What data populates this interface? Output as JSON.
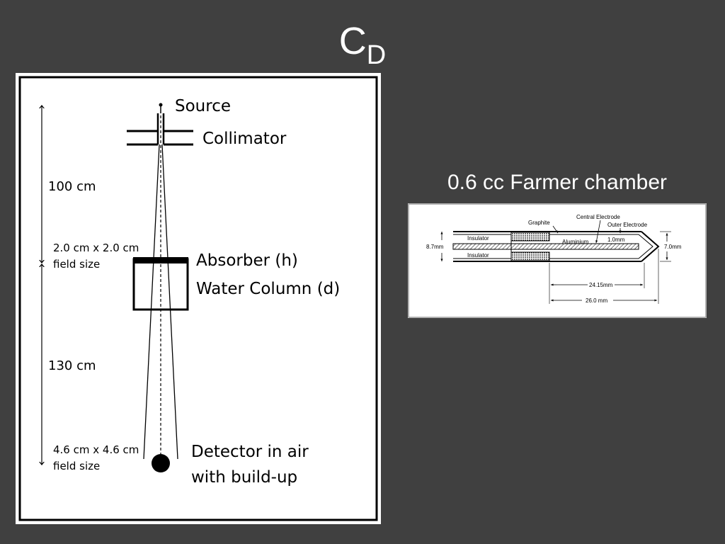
{
  "title": {
    "main": "C",
    "subscript": "D"
  },
  "setup_diagram": {
    "labels": {
      "source": "Source",
      "collimator": "Collimator",
      "distance_upper": "100 cm",
      "field_size_upper_line1": "2.0 cm x 2.0 cm",
      "field_size_upper_line2": "field size",
      "absorber": "Absorber (h)",
      "water_column": "Water Column (d)",
      "distance_lower": "130 cm",
      "field_size_lower_line1": "4.6 cm x 4.6 cm",
      "field_size_lower_line2": "field size",
      "detector_line1": "Detector in air",
      "detector_line2": "with build-up"
    }
  },
  "chamber_diagram": {
    "caption": "0.6 cc Farmer chamber",
    "labels": {
      "graphite": "Graphite",
      "central_electrode": "Central Electrode",
      "outer_electrode": "Outer Electrode",
      "insulator_top": "Insulator",
      "insulator_bottom": "Insulator",
      "aluminium": "Aluminium",
      "wall_thickness": "1.0mm",
      "inner_diameter": "8.7mm",
      "outer_diameter": "7.0mm",
      "length_inner": "24.15mm",
      "length_total": "26.0 mm"
    }
  }
}
